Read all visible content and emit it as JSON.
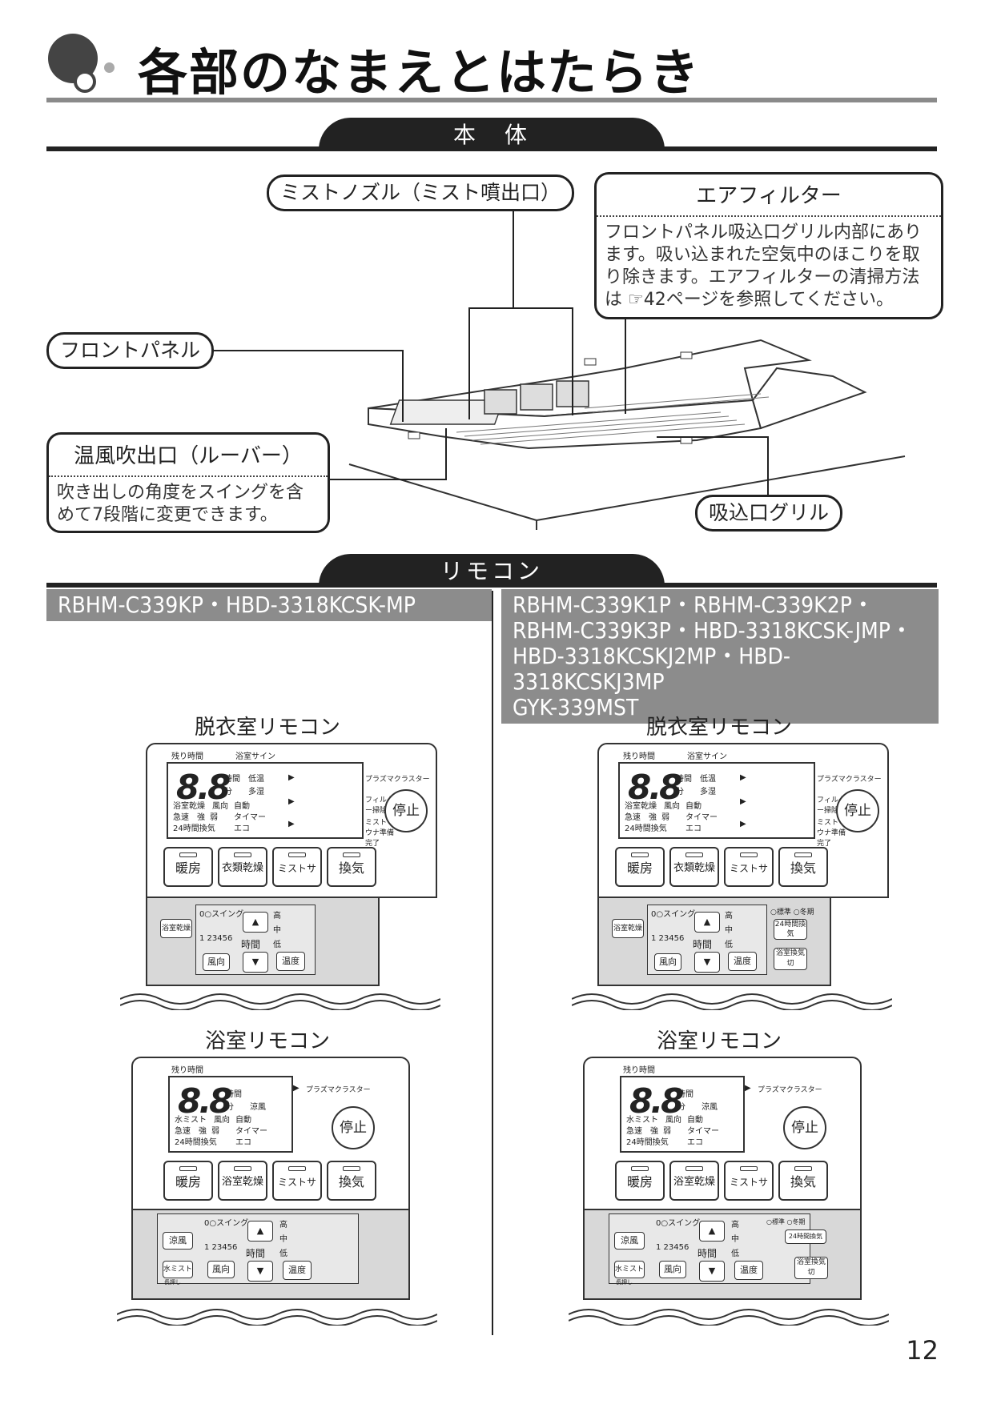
{
  "header": {
    "title": "各部のなまえとはたらき"
  },
  "sections": {
    "body_tab": "本　体",
    "remote_tab": "リモコン"
  },
  "body_callouts": {
    "mist_nozzle": "ミストノズル（ミスト噴出口）",
    "air_filter_title": "エアフィルター",
    "air_filter_desc": "フロントパネル吸込口グリル内部にあります。吸い込まれた空気中のほこりを取り除きます。エアフィルターの清掃方法は ☞42ページを参照してください。",
    "front_panel": "フロントパネル",
    "louver_title": "温風吹出口（ルーバー）",
    "louver_desc": "吹き出しの角度をスイングを含めて7段階に変更できます。",
    "intake_grille": "吸込口グリル"
  },
  "models": {
    "left": "RBHM-C339KP・HBD-3318KCSK-MP",
    "right": [
      "RBHM-C339K1P・RBHM-C339K2P・",
      "RBHM-C339K3P・HBD-3318KCSK-JMP・",
      "HBD-3318KCSKJ2MP・HBD-3318KCSKJ3MP",
      "GYK-339MST"
    ]
  },
  "remotes": {
    "changing_room_title": "脱衣室リモコン",
    "bathroom_title": "浴室リモコン",
    "labels": {
      "remaining": "残り時間",
      "bath_sign": "浴室サイン",
      "seg": "8.8",
      "hour": "時間",
      "minute": "分",
      "low_temp": "低温",
      "humid": "多湿",
      "cool": "涼風",
      "bath_dry": "浴室乾燥",
      "wind_dir": "風向",
      "auto": "自動",
      "water_mist": "水ミスト",
      "fast": "急速",
      "strong": "強",
      "weak": "弱",
      "timer": "タイマー",
      "vent24": "24時間換気",
      "eco": "エコ",
      "plasma": "プラズマクラスター",
      "filter_clean": "フィルター掃除",
      "mist_ready": "ミストサウナ準備完了",
      "stop": "停止",
      "heat": "暖房",
      "cloth_dry": "衣類乾燥",
      "bath_dry_btn": "浴室乾燥",
      "mist_sauna": "ミストサウナ",
      "vent": "換気",
      "swing": "0○スイング",
      "swing_nums": "1 23456",
      "time": "時間",
      "wind_dir_btn": "風向",
      "high": "高",
      "mid": "中",
      "low": "低",
      "temp": "温度",
      "standard": "○標準 ○冬期",
      "vent24_btn": "24時間換気",
      "bath_vent_off": "浴室換気切",
      "cool_btn": "涼風",
      "water_mist_btn": "水ミスト",
      "long_press": "長押し"
    }
  },
  "page_number": "12"
}
